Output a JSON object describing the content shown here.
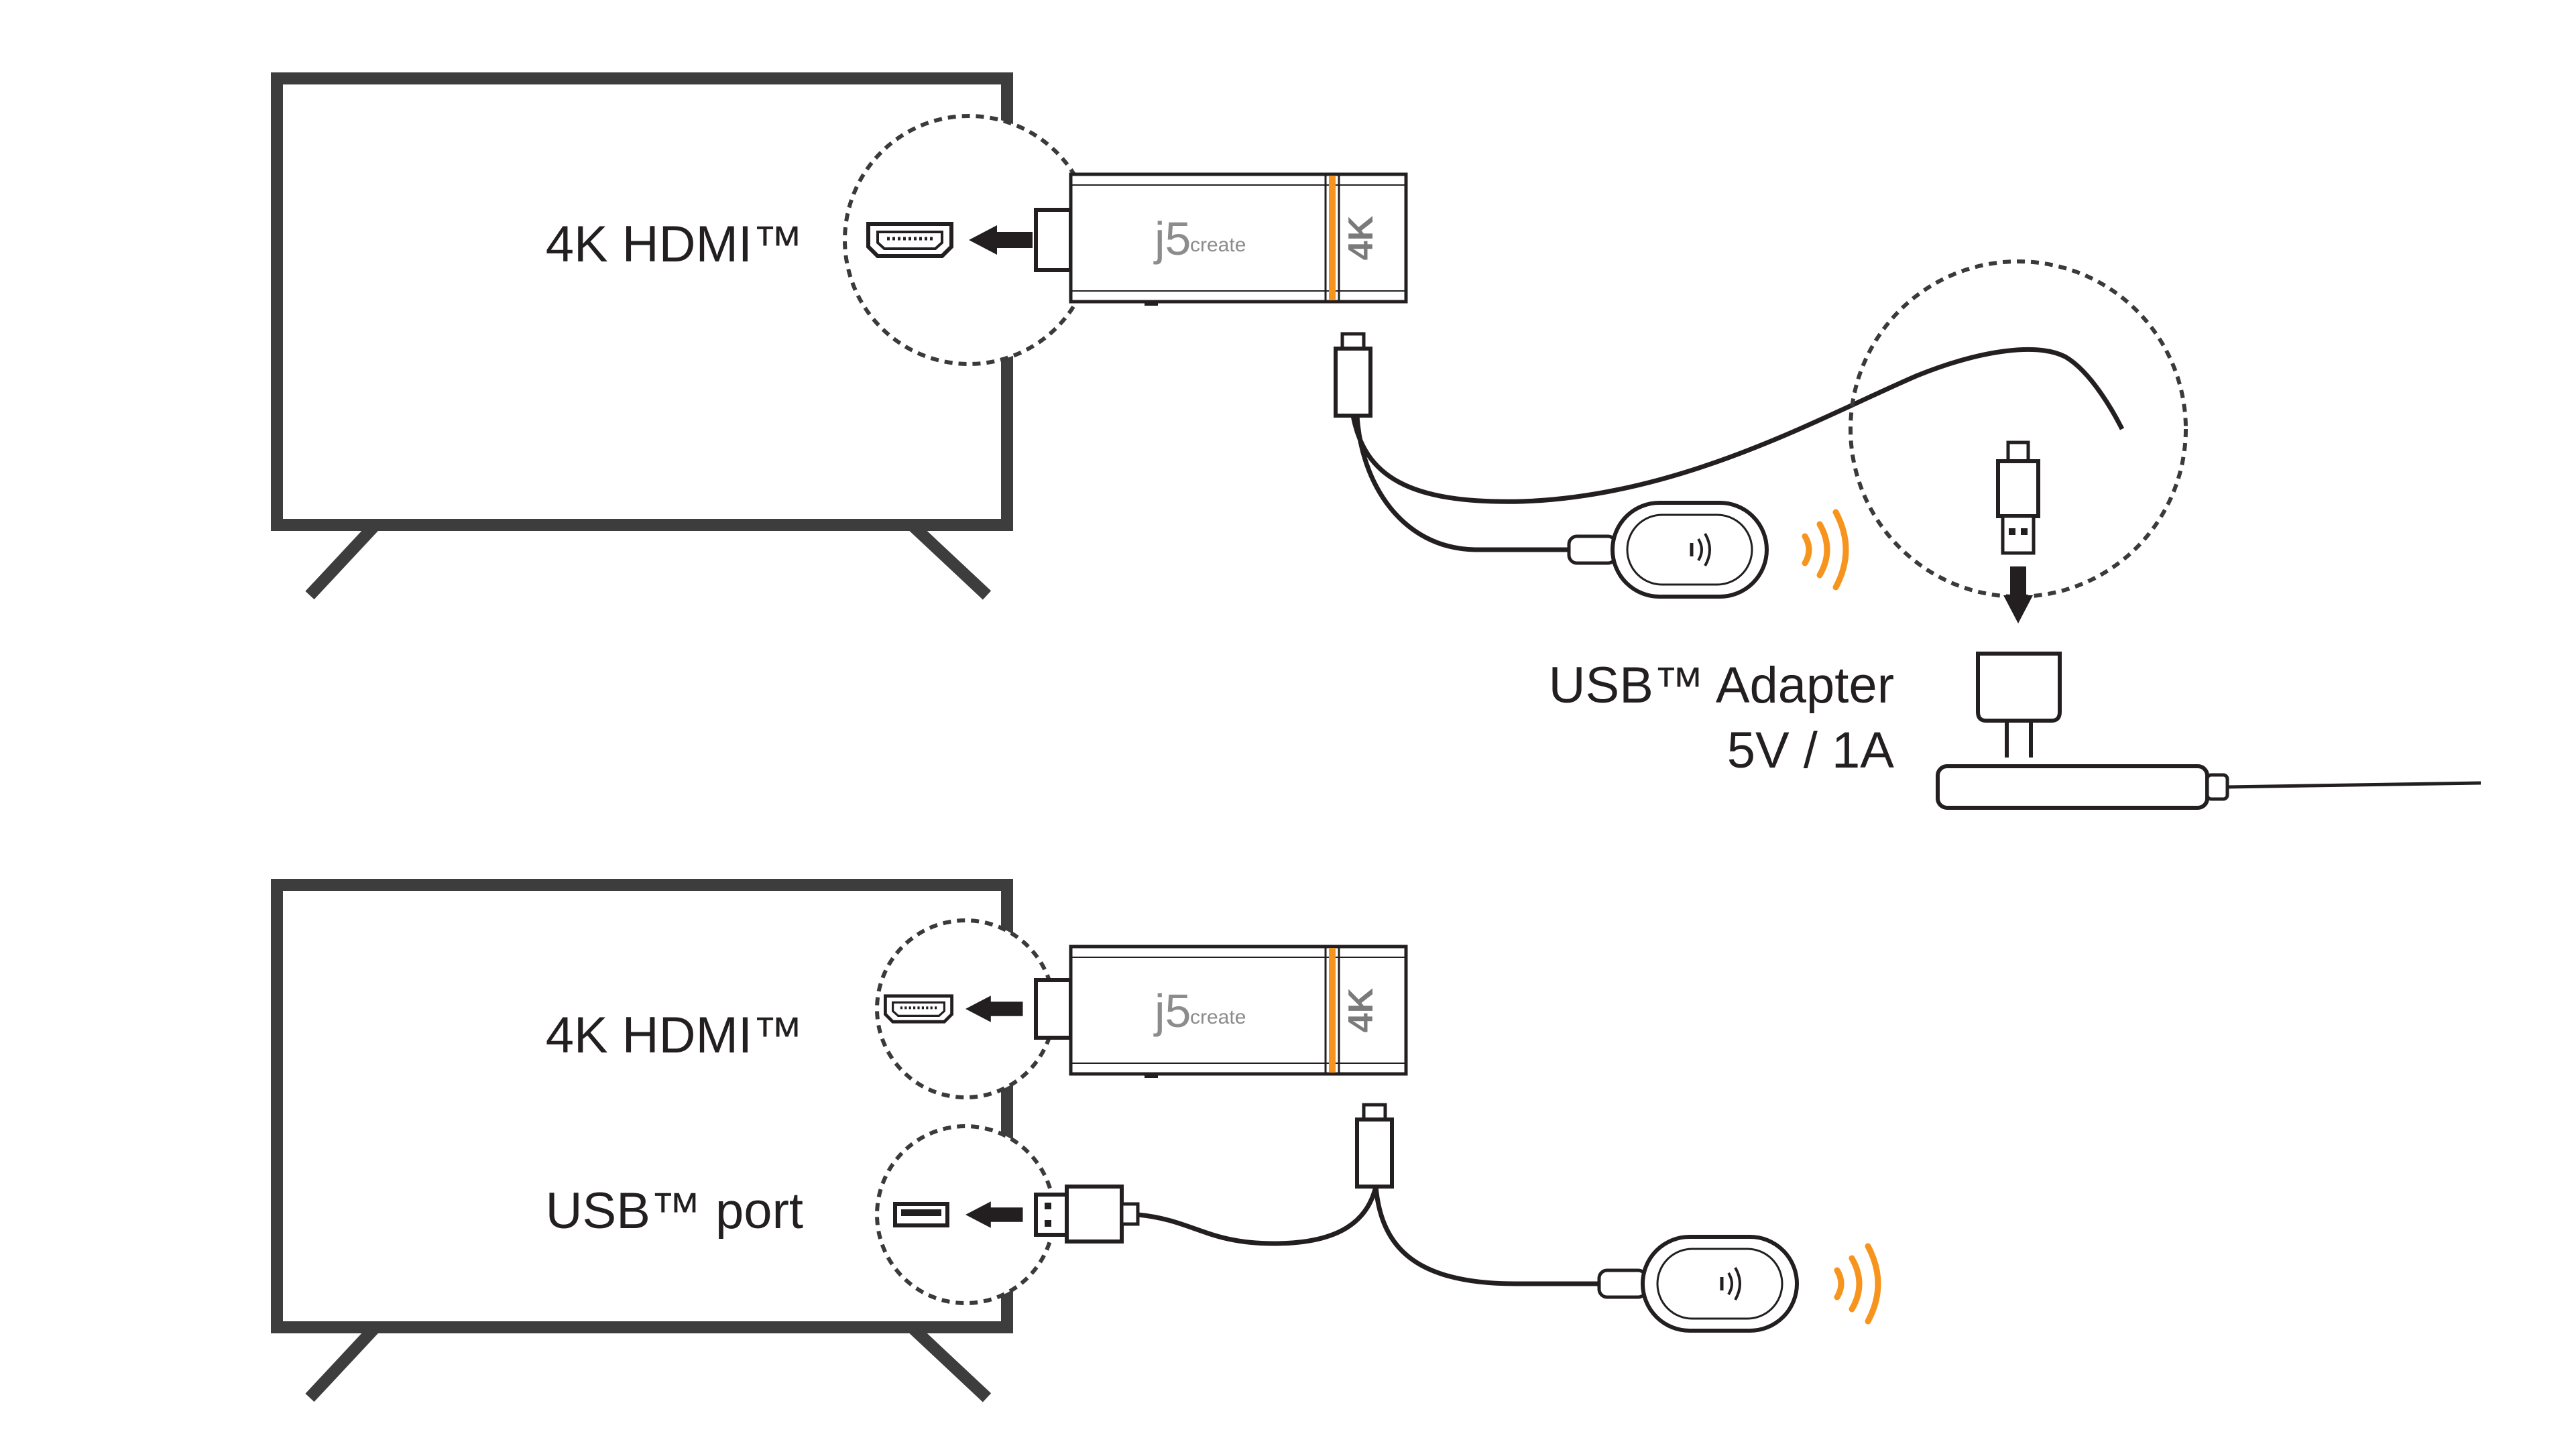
{
  "labels": {
    "hdmi_top": "4K HDMI™",
    "hdmi_bottom": "4K HDMI™",
    "usb_port": "USB™ port",
    "adapter_line1": "USB™ Adapter",
    "adapter_line2": "5V / 1A"
  },
  "device": {
    "brand_j5": "j5",
    "brand_create": "create",
    "badge": "4K"
  },
  "colors": {
    "line": "#231f20",
    "accent": "#f7941d",
    "device_body": "#ffffff",
    "dashed": "#3a3a3a"
  },
  "icons": [
    "tv-icon",
    "hdmi-port-icon",
    "usb-port-icon",
    "arrow-left-icon",
    "arrow-down-icon",
    "usb-plug-icon",
    "micro-usb-plug-icon",
    "remote-receiver-icon",
    "wireless-signal-icon",
    "power-adapter-icon",
    "power-strip-icon"
  ]
}
